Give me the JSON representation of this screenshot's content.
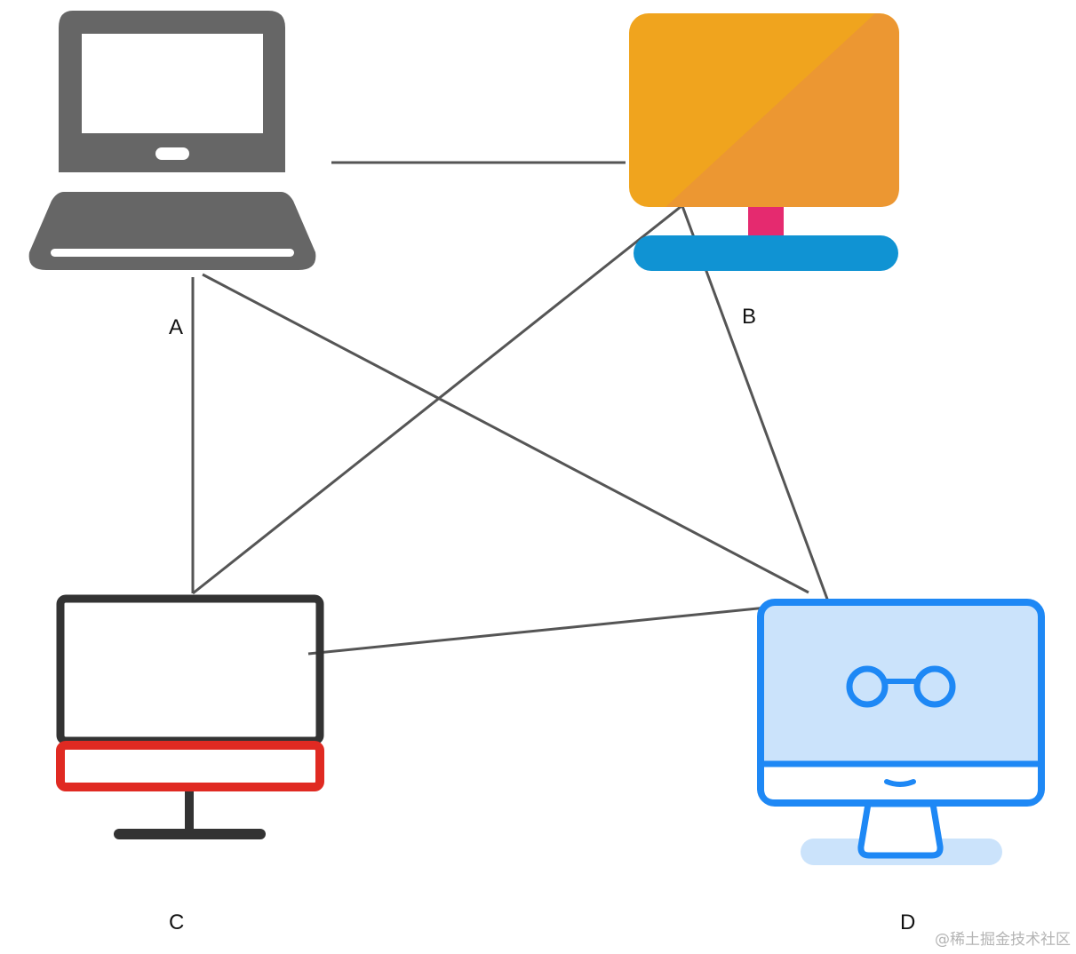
{
  "nodes": {
    "A": {
      "label": "A",
      "device": "laptop-icon"
    },
    "B": {
      "label": "B",
      "device": "monitor-icon"
    },
    "C": {
      "label": "C",
      "device": "monitor-icon"
    },
    "D": {
      "label": "D",
      "device": "monitor-icon"
    }
  },
  "edges": [
    [
      "A",
      "B"
    ],
    [
      "A",
      "C"
    ],
    [
      "A",
      "D"
    ],
    [
      "B",
      "C"
    ],
    [
      "B",
      "D"
    ],
    [
      "C",
      "D"
    ]
  ],
  "colors": {
    "line": "#555555",
    "laptop_body": "#666666",
    "monitor_b_screen": "#f0a41e",
    "monitor_b_screen_shade": "#ec9732",
    "monitor_b_neck": "#e52a6f",
    "monitor_b_base": "#1093d3",
    "monitor_c_frame": "#333333",
    "monitor_c_chin": "#e02a22",
    "monitor_d_stroke": "#1e88f5",
    "monitor_d_fill": "#cbe3fb"
  },
  "watermark": "@稀土掘金技术社区"
}
